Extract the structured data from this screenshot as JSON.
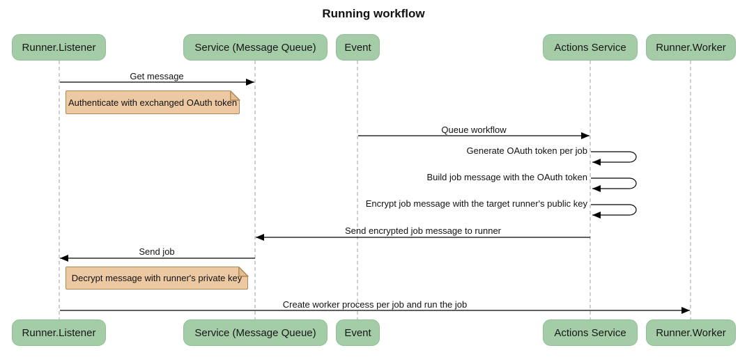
{
  "title": "Running workflow",
  "actors": [
    {
      "label": "Runner.Listener"
    },
    {
      "label": "Service (Message Queue)"
    },
    {
      "label": "Event"
    },
    {
      "label": "Actions Service"
    },
    {
      "label": "Runner.Worker"
    }
  ],
  "messages": [
    {
      "label": "Get message",
      "from": "Runner.Listener",
      "to": "Service (Message Queue)",
      "type": "solid-arrow"
    },
    {
      "label": "Queue workflow",
      "from": "Event",
      "to": "Actions Service",
      "type": "solid-arrow"
    },
    {
      "label": "Generate OAuth token per job",
      "from": "Actions Service",
      "to": "Actions Service",
      "type": "self-loop"
    },
    {
      "label": "Build job message with the OAuth token",
      "from": "Actions Service",
      "to": "Actions Service",
      "type": "self-loop"
    },
    {
      "label": "Encrypt job message with the target runner's public key",
      "from": "Actions Service",
      "to": "Actions Service",
      "type": "self-loop"
    },
    {
      "label": "Send encrypted job message to runner",
      "from": "Actions Service",
      "to": "Service (Message Queue)",
      "type": "solid-arrow"
    },
    {
      "label": "Send job",
      "from": "Service (Message Queue)",
      "to": "Runner.Listener",
      "type": "solid-arrow"
    },
    {
      "label": "Create worker process per job and run the job",
      "from": "Runner.Listener",
      "to": "Runner.Worker",
      "type": "solid-arrow"
    }
  ],
  "notes": [
    {
      "label": "Authenticate with exchanged OAuth token",
      "position": "right of Runner.Listener"
    },
    {
      "label": "Decrypt message with runner's private key",
      "position": "right of Runner.Listener"
    }
  ],
  "colors": {
    "background": "#ffffff",
    "actor_fill": "#a4cda7",
    "actor_border": "#8fbd95",
    "actor_text": "#161616",
    "note_fill": "#ecc9a2",
    "note_border": "#ae8753",
    "note_fold": "#e3bc93",
    "line": "#000000",
    "lifeline": "#9e9e9e",
    "label_text": "#111111"
  }
}
